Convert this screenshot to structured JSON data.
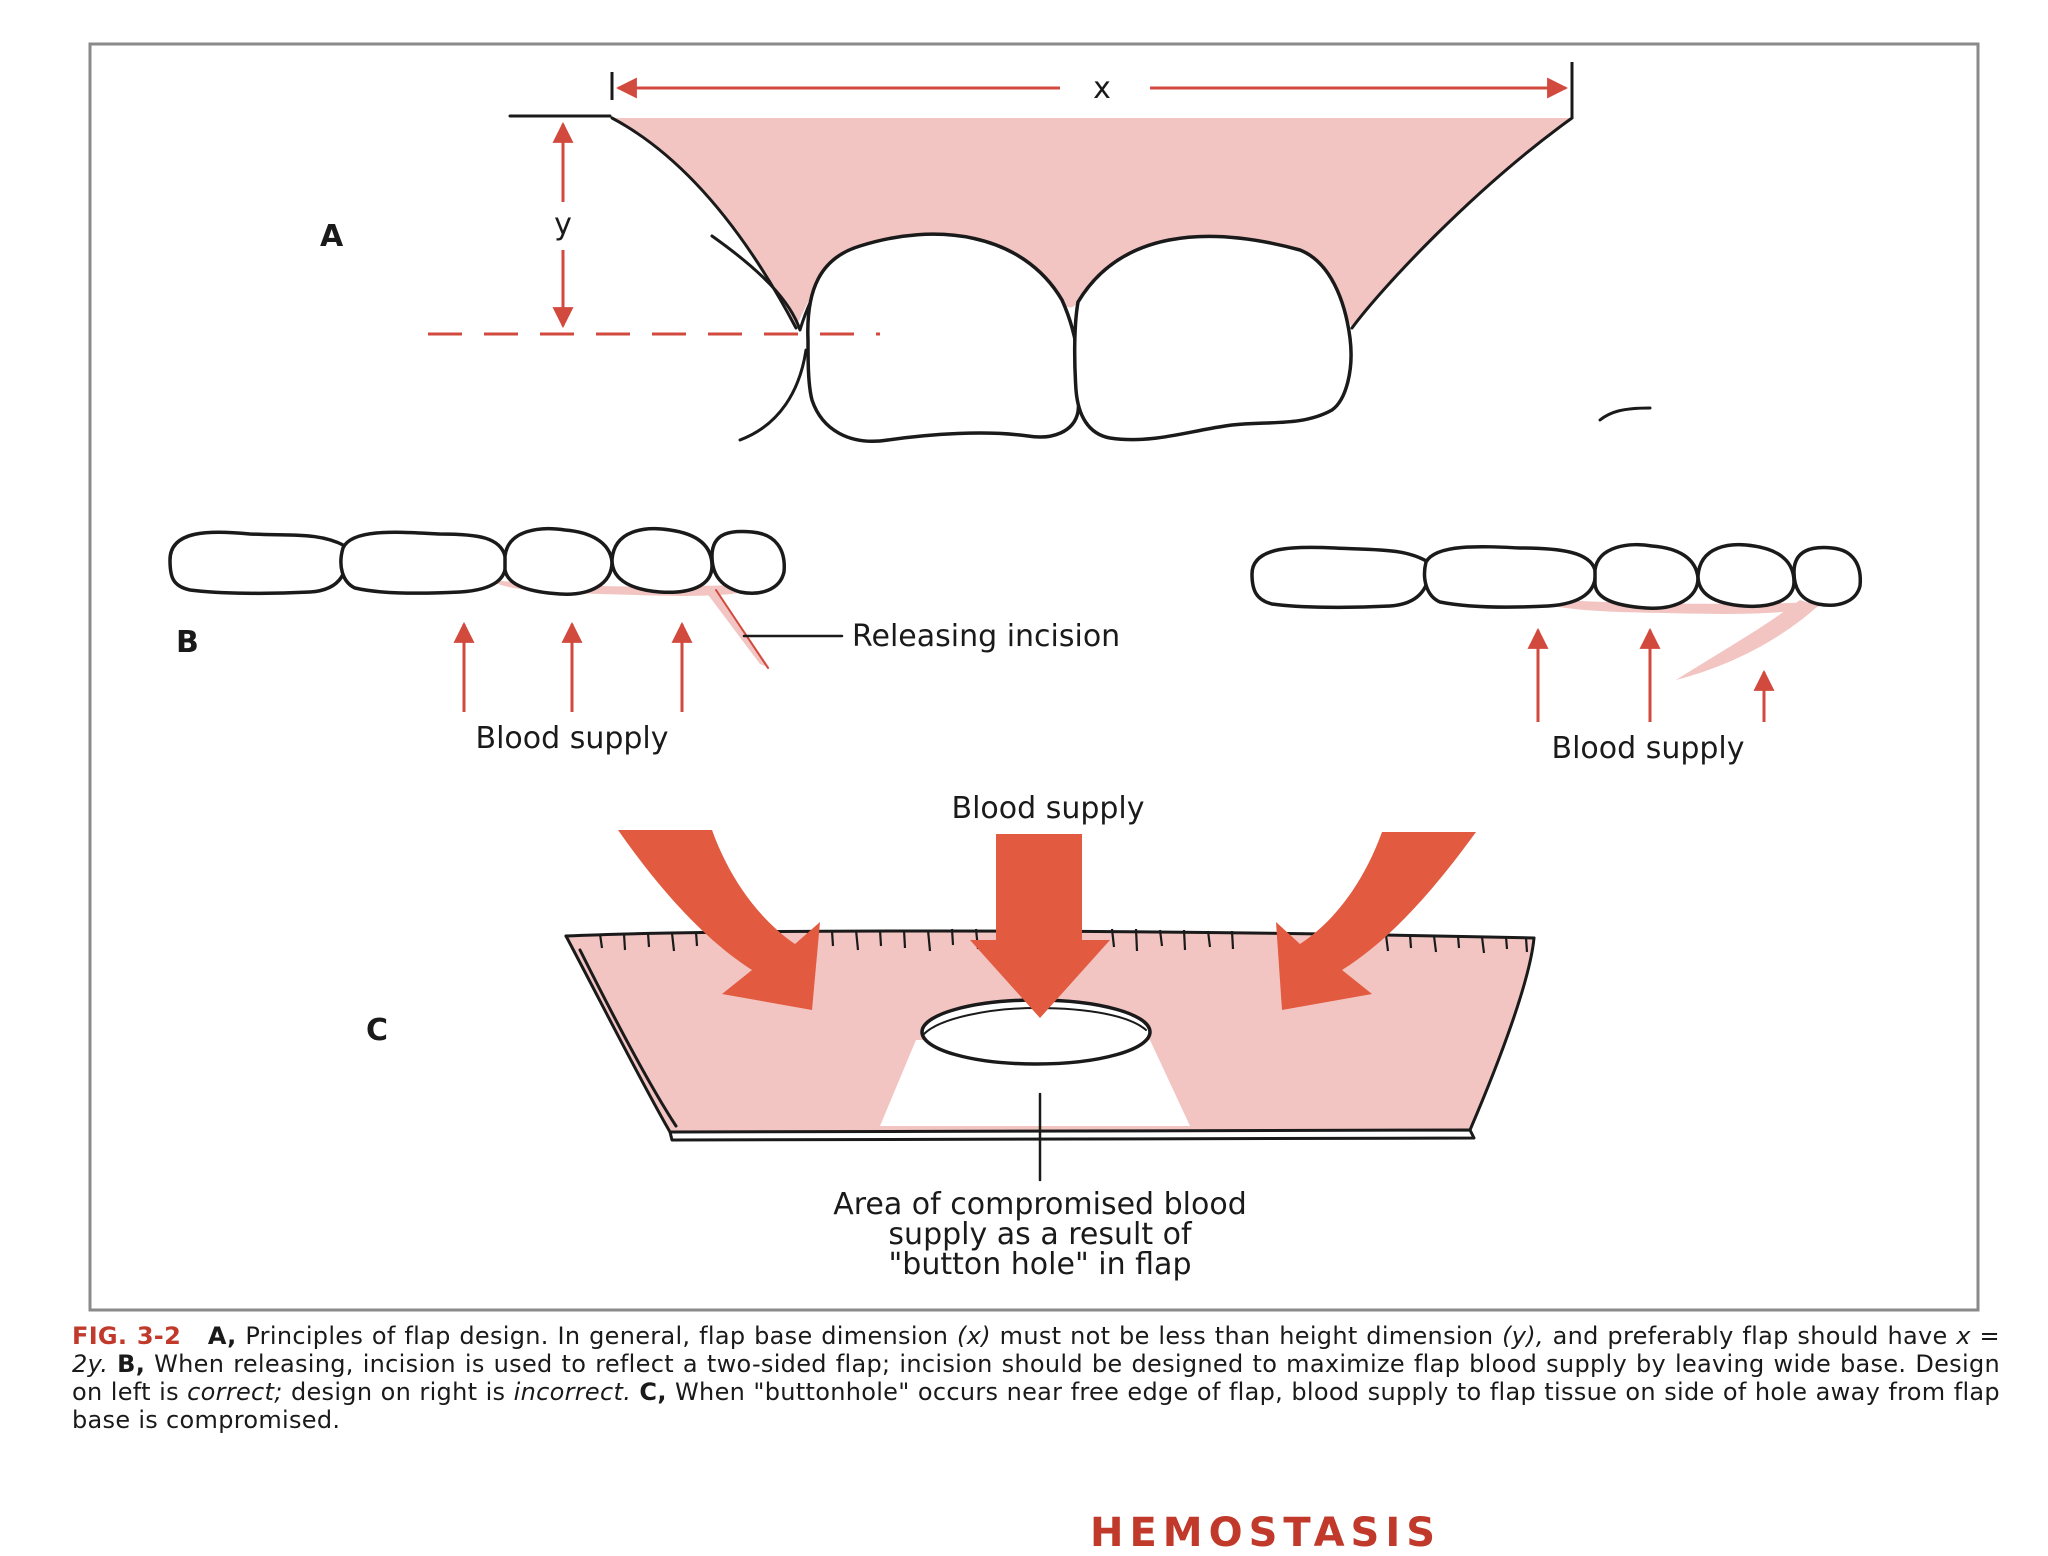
{
  "panels": {
    "a": {
      "letter": "A",
      "width_label": "x",
      "height_label": "y"
    },
    "b": {
      "letter": "B",
      "left_incision_label": "Releasing incision",
      "left_blood_label": "Blood supply",
      "right_blood_label": "Blood supply"
    },
    "c": {
      "letter": "C",
      "blood_label": "Blood supply",
      "compromised_label": {
        "line1": "Area of compromised blood",
        "line2": "supply as a result of",
        "line3": "\"button hole\" in flap"
      }
    }
  },
  "caption": {
    "fig_number": "FIG. 3-2",
    "a_letter": "A,",
    "a_text_1": "Principles of flap design. In general, flap base dimension",
    "x_var": "(x)",
    "a_text_2": "must not be less than height dimension",
    "y_var": "(y),",
    "a_text_3": "and preferably flap should have",
    "formula": "x = 2y.",
    "b_letter": "B,",
    "b_text_1": "When releasing, incision is used to reflect a two-sided flap; incision should be designed to maximize flap blood supply by leaving wide base. Design on left is",
    "correct_word": "correct;",
    "b_text_2": "design on right is",
    "incorrect_word": "incorrect.",
    "c_letter": "C,",
    "c_text": "When \"buttonhole\" occurs near free edge of flap, blood supply to flap tissue on side of hole away from flap base is compromised."
  },
  "cut_heading": "HEMOSTASIS",
  "colors": {
    "flap_pink": "#f2c5c2",
    "arrow_red": "#d24a3e",
    "big_arrow_red": "#e25a3f",
    "frame": "#8a8a8a",
    "caption_red": "#c0392b"
  }
}
